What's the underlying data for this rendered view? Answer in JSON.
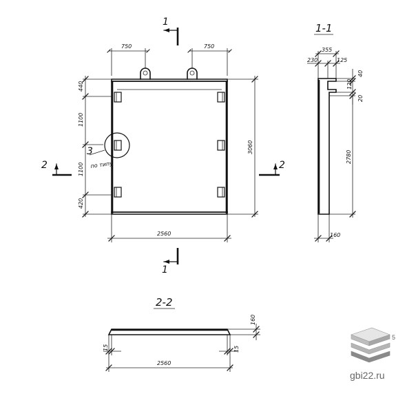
{
  "front_view": {
    "dims": {
      "hook_left": "750",
      "hook_right": "750",
      "top": "440",
      "upper": "1100",
      "middle": "1100",
      "bottom": "420",
      "height": "3060",
      "width": "2560"
    },
    "callout_number": "3",
    "callout_text": "по типу"
  },
  "section_marks": {
    "cut1_top": "1",
    "cut1_bottom": "1",
    "cut2_left": "2",
    "cut2_right": "2"
  },
  "section_1_1": {
    "title": "1-1",
    "dims": {
      "top_overall": "355",
      "left_part": "230",
      "right_part": "125",
      "ledge_a": "40",
      "ledge_b": "120",
      "ledge_c": "20",
      "height": "2780",
      "thickness": "160"
    }
  },
  "section_2_2": {
    "title": "2-2",
    "dims": {
      "thickness": "160",
      "left_chamfer": "15",
      "right_chamfer": "15",
      "width": "2560"
    }
  },
  "watermark": {
    "text": "gbi22.ru",
    "edge_char": "5"
  },
  "colors": {
    "lines": "#111111",
    "background": "#ffffff",
    "logo_top": "#e6e6e6",
    "logo_mid": "#b5b5b5",
    "logo_bottom": "#8a8a8a"
  }
}
